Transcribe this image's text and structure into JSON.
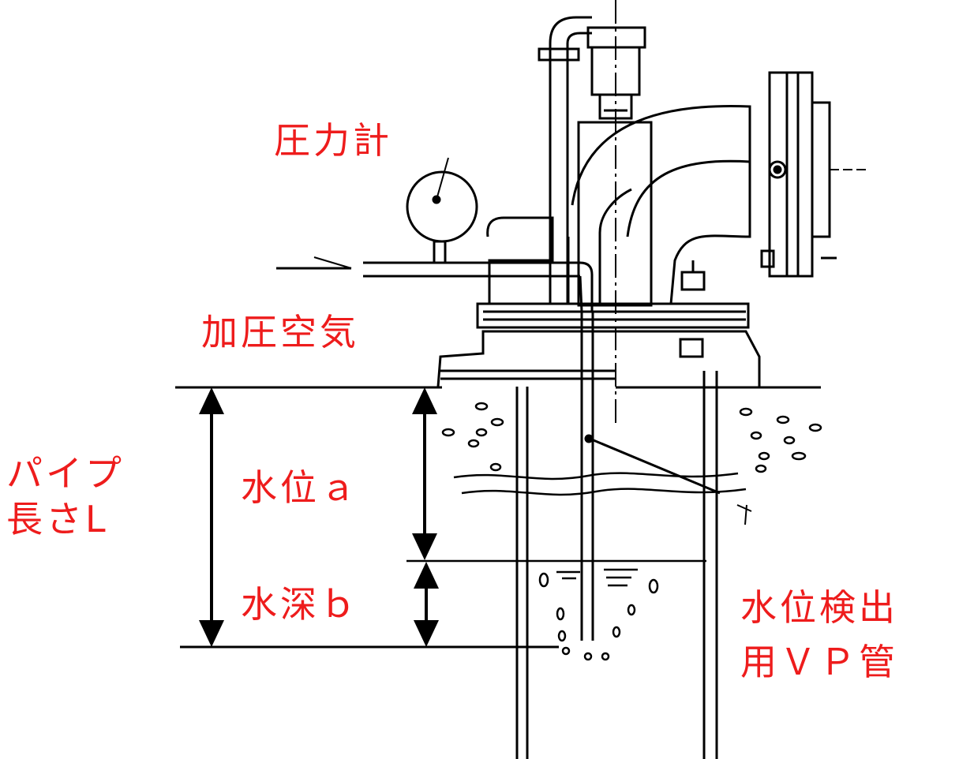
{
  "labels": {
    "pressure_gauge": "圧力計",
    "pressurized_air": "加圧空気",
    "pipe_length_line1": "パイプ",
    "pipe_length_line2": "長さL",
    "water_level": "水位ａ",
    "water_depth": "水深ｂ",
    "detector_pipe_line1": "水位検出",
    "detector_pipe_line2": "用ＶＰ管"
  },
  "colors": {
    "label": "#ee1c1c",
    "line": "#000000",
    "background": "#ffffff"
  }
}
